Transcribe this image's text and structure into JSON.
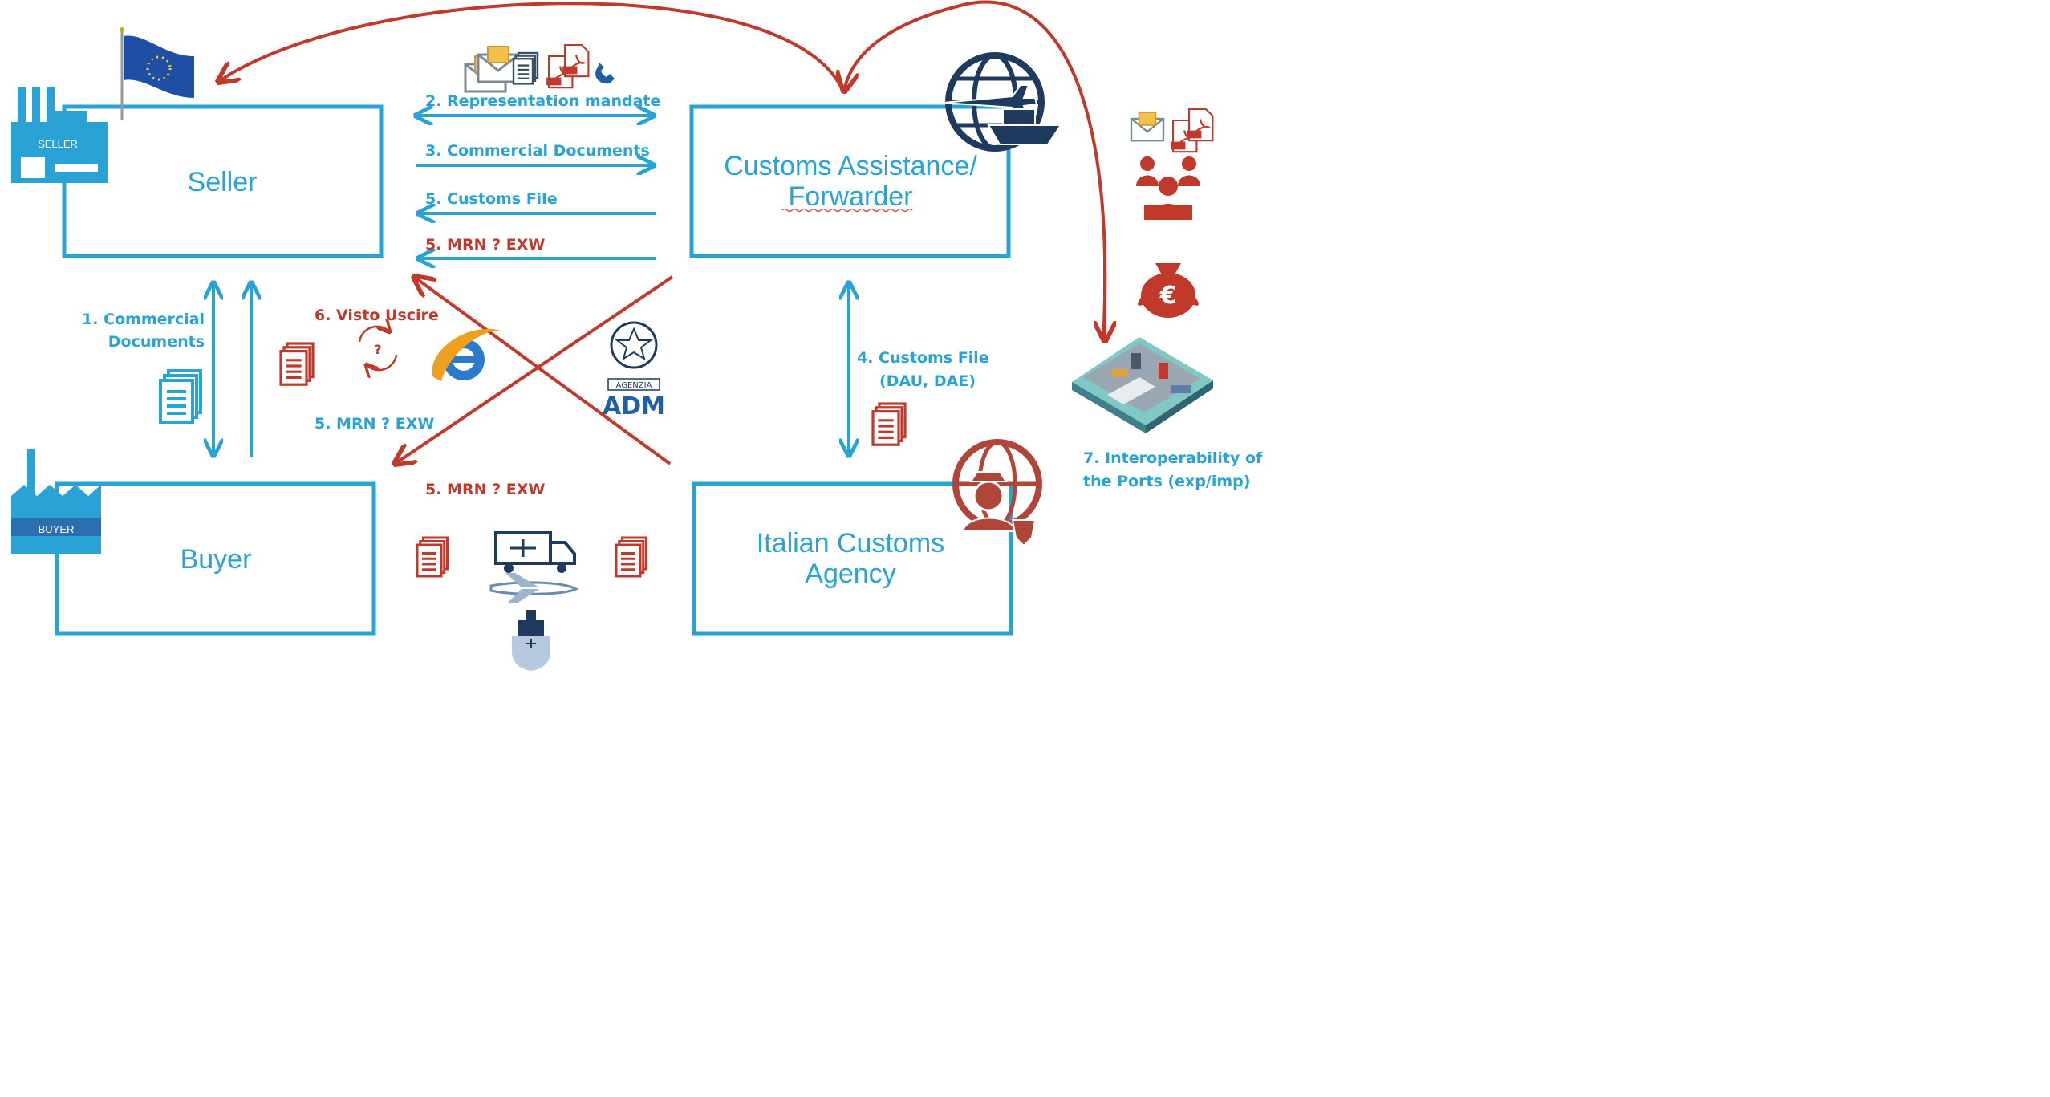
{
  "boxes": {
    "seller": "Seller",
    "forwarder_line1": "Customs Assistance/",
    "forwarder_line2": "Forwarder",
    "buyer": "Buyer",
    "customs_line1": "Italian Customs",
    "customs_line2": "Agency"
  },
  "building_labels": {
    "seller": "SELLER",
    "buyer": "BUYER"
  },
  "logo_text": {
    "adm_small": "AGENZIA",
    "adm_big": "ADM"
  },
  "flows": {
    "representation_mandate": "2. Representation mandate",
    "commercial_documents_top": "3. Commercial Documents",
    "customs_file_5": "5. Customs File",
    "mrn_exw_right": "5. MRN ?  EXW",
    "commercial_documents_left_1": "1. Commercial",
    "commercial_documents_left_2": "Documents",
    "visto_uscire": "6. Visto Uscire",
    "mrn_exw_left": "5. MRN ?  EXW",
    "mrn_exw_bottom": "5. MRN ?  EXW",
    "customs_file_dau_1": "4. Customs File",
    "customs_file_dau_2": "(DAU, DAE)",
    "interoperability_1": "7. Interoperability of",
    "interoperability_2": "the Ports (exp/imp)"
  },
  "colors": {
    "blue": "#29a3d6",
    "red": "#c0392b",
    "dark_red": "#b22222",
    "navy": "#1f3a5f"
  },
  "icons": [
    "eu-flag-icon",
    "seller-factory-icon",
    "buyer-factory-icon",
    "email-icon",
    "document-icon",
    "pdf-icon",
    "phone-icon",
    "plane-globe-ship-icon",
    "customs-officer-globe-icon",
    "meeting-people-icon",
    "money-bag-euro-icon",
    "port-icon",
    "refresh-question-icon",
    "ie-browser-icon",
    "adm-emblem-icon",
    "truck-icon",
    "airplane-icon",
    "ship-icon"
  ]
}
